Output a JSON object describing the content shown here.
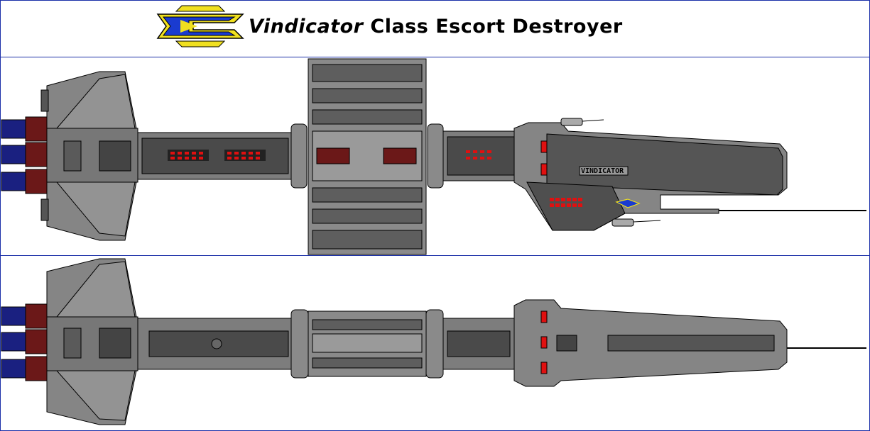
{
  "header": {
    "class_name": "Vindicator",
    "class_suffix": "Class Escort Destroyer",
    "logo_icon": "blue-yellow-emblem-icon"
  },
  "top_view": {
    "hull_marking": "VINDICATOR"
  },
  "colors": {
    "border": "#1a2fa8",
    "hull": "#858585",
    "hull_dark": "#4a4a4a",
    "engine_red": "#6b1818",
    "engine_blue": "#1a2080",
    "light_red": "#e01010",
    "emblem_blue": "#1a3bd0",
    "emblem_yellow": "#f0e020"
  }
}
